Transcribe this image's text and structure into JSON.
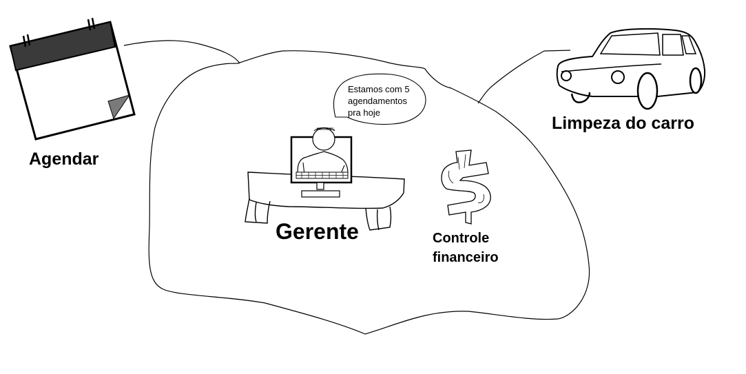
{
  "labels": {
    "agendar": "Agendar",
    "limpeza": "Limpeza do carro",
    "gerente": "Gerente",
    "controle_line1": "Controle",
    "controle_line2": "financeiro"
  },
  "speech_bubble": {
    "line1": "Estamos com 5",
    "line2": "agendamentos",
    "line3": "pra hoje"
  },
  "icons": {
    "calendar": "calendar-icon",
    "car": "car-icon",
    "manager": "manager-at-computer-icon",
    "dollar": "dollar-sign-icon"
  },
  "colors": {
    "ink": "#000000",
    "calendar_header": "#3a3a3a",
    "calendar_fold": "#7a7a7a",
    "background": "#ffffff"
  }
}
